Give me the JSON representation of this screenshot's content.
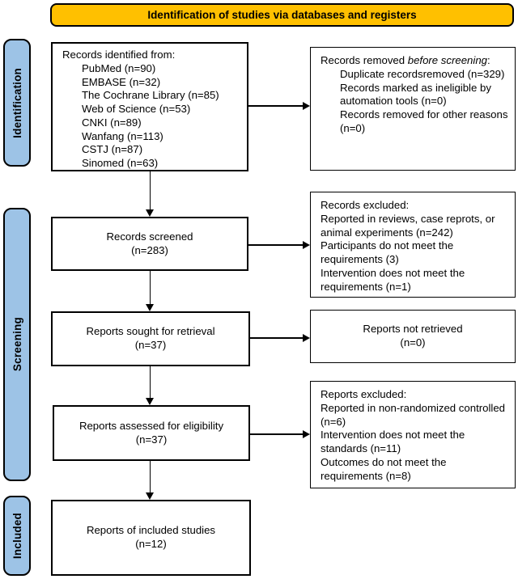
{
  "banner": {
    "title": "Identification of studies via databases and registers"
  },
  "stages": {
    "identification": "Identification",
    "screening": "Screening",
    "included": "Included"
  },
  "boxes": {
    "identified": {
      "title": "Records identified from:",
      "items": [
        "PubMed (n=90)",
        "EMBASE (n=32)",
        "The Cochrane Library (n=85)",
        "Web of Science (n=53)",
        "CNKI (n=89)",
        "Wanfang (n=113)",
        "CSTJ (n=87)",
        "Sinomed (n=63)"
      ]
    },
    "removed": {
      "title_prefix": "Records removed ",
      "title_italic": "before screening",
      "title_suffix": ":",
      "items": [
        "Duplicate recordsremoved (n=329)",
        "Records marked as ineligible by automation tools (n=0)",
        "Records removed for other reasons (n=0)"
      ]
    },
    "screened": {
      "line1": "Records screened",
      "line2": "(n=283)"
    },
    "records_excluded": {
      "title": "Records excluded:",
      "items": [
        "Reported in reviews, case reprots, or animal experiments (n=242)",
        "Participants do not meet the requirements (3)",
        "Intervention does not meet the requirements (n=1)"
      ]
    },
    "sought": {
      "line1": "Reports sought for retrieval",
      "line2": "(n=37)"
    },
    "not_retrieved": {
      "line1": "Reports not retrieved",
      "line2": "(n=0)"
    },
    "assessed": {
      "line1": "Reports assessed for eligibility",
      "line2": "(n=37)"
    },
    "reports_excluded": {
      "title": "Reports excluded:",
      "items": [
        "Reported in non-randomized controlled (n=6)",
        "Intervention does not meet the standards (n=11)",
        "Outcomes do not meet the requirements (n=8)"
      ]
    },
    "included_studies": {
      "line1": "Reports of included studies",
      "line2": "(n=12)"
    }
  },
  "colors": {
    "banner_bg": "#FFC000",
    "stage_bg": "#9DC3E6",
    "line": "#000000"
  }
}
